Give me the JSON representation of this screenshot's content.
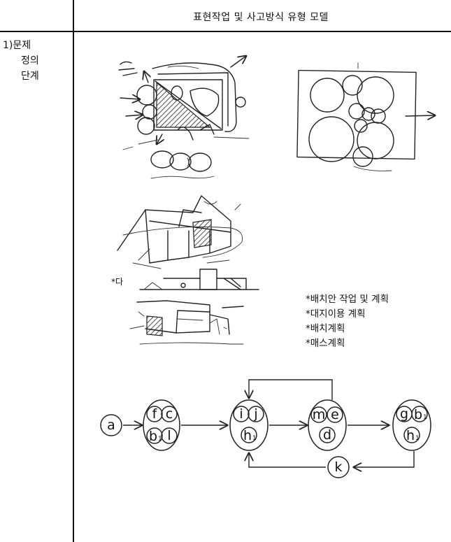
{
  "header": {
    "title": "표현작업 및 사고방식 유형 모델"
  },
  "stage": {
    "lines": [
      "1)문제",
      "정의",
      "단계"
    ]
  },
  "sketch_note": "*다",
  "bullets": [
    "*배치안 작업 및 계획",
    "*대지이용 계획",
    "*배치계획",
    "*매스계획"
  ],
  "diagram": {
    "start": "a",
    "groups": [
      {
        "labels": [
          "f",
          "c",
          "b",
          "l"
        ],
        "subscripts": [
          "",
          "",
          "1",
          ""
        ]
      },
      {
        "labels": [
          "i",
          "j",
          "h"
        ],
        "subscripts": [
          "",
          "",
          "1"
        ]
      },
      {
        "labels": [
          "m",
          "e",
          "d"
        ],
        "subscripts": [
          "",
          "",
          ""
        ]
      },
      {
        "labels": [
          "g",
          "b",
          "h"
        ],
        "subscripts": [
          "",
          "1",
          "1"
        ]
      }
    ],
    "feedback": "k"
  }
}
